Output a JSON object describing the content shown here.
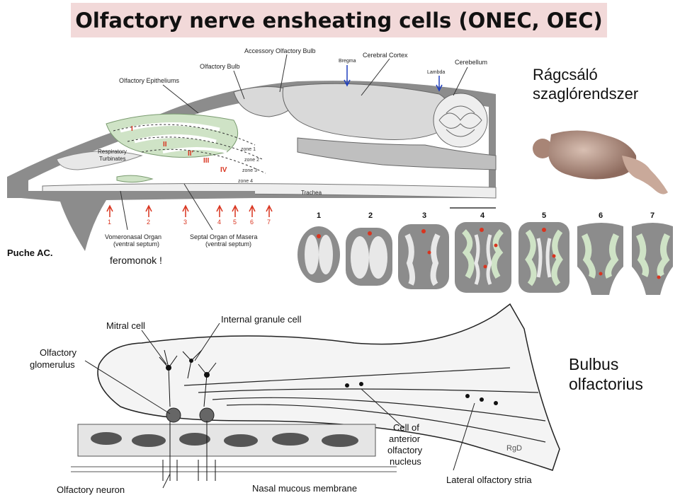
{
  "title": "Olfactory nerve ensheating cells (ONEC, OEC)",
  "rodent_label": [
    "Rágcsáló",
    "szaglórendszer"
  ],
  "source_note": "Puche AC.",
  "pheromone_note": "feromonok !",
  "bulbus_label": [
    "Bulbus",
    "olfactorius"
  ],
  "sagittal": {
    "labels": {
      "accessory_bulb": "Accessory Olfactory Bulb",
      "olfactory_bulb": "Olfactory Bulb",
      "cerebral_cortex": "Cerebral Cortex",
      "cerebellum": "Cerebellum",
      "olfactory_epithelium": "Olfactory Epitheliums",
      "bregma": "Bregma",
      "lambda": "Lambda",
      "respiratory_turbinates": "Respiratory Turbinates",
      "trachea": "Trachea",
      "vomeronasal": "Vomeronasal Organ",
      "vomeronasal_sub": "(ventral septum)",
      "septal": "Septal Organ of Masera",
      "septal_sub": "(ventral septum)"
    },
    "zones": [
      "I",
      "II",
      "II'",
      "III",
      "IV"
    ],
    "zone_labels": [
      "zone 1",
      "zone 2",
      "zone 3",
      "zone 4"
    ],
    "section_markers": [
      "1",
      "2",
      "3",
      "4",
      "5",
      "6",
      "7"
    ]
  },
  "cross_sections": [
    "1",
    "2",
    "3",
    "4",
    "5",
    "6",
    "7"
  ],
  "bulb_labels": {
    "mitral": "Mitral cell",
    "granule": "Internal granule cell",
    "glomerulus": [
      "Olfactory",
      "glomerulus"
    ],
    "aon": [
      "Cell of",
      "anterior",
      "olfactory",
      "nucleus"
    ],
    "neuron": "Olfactory neuron",
    "mucous": "Nasal mucous membrane",
    "stria": "Lateral olfactory stria",
    "signature": "RgD"
  },
  "colors": {
    "title_bg": "#f2d9d9",
    "tissue_gray": "#8c8c8c",
    "brain_light": "#d9d9d9",
    "epithelium_green": "#cfe3c6",
    "zone_red": "#d9341f",
    "brain_photo": "#b89a8c"
  }
}
